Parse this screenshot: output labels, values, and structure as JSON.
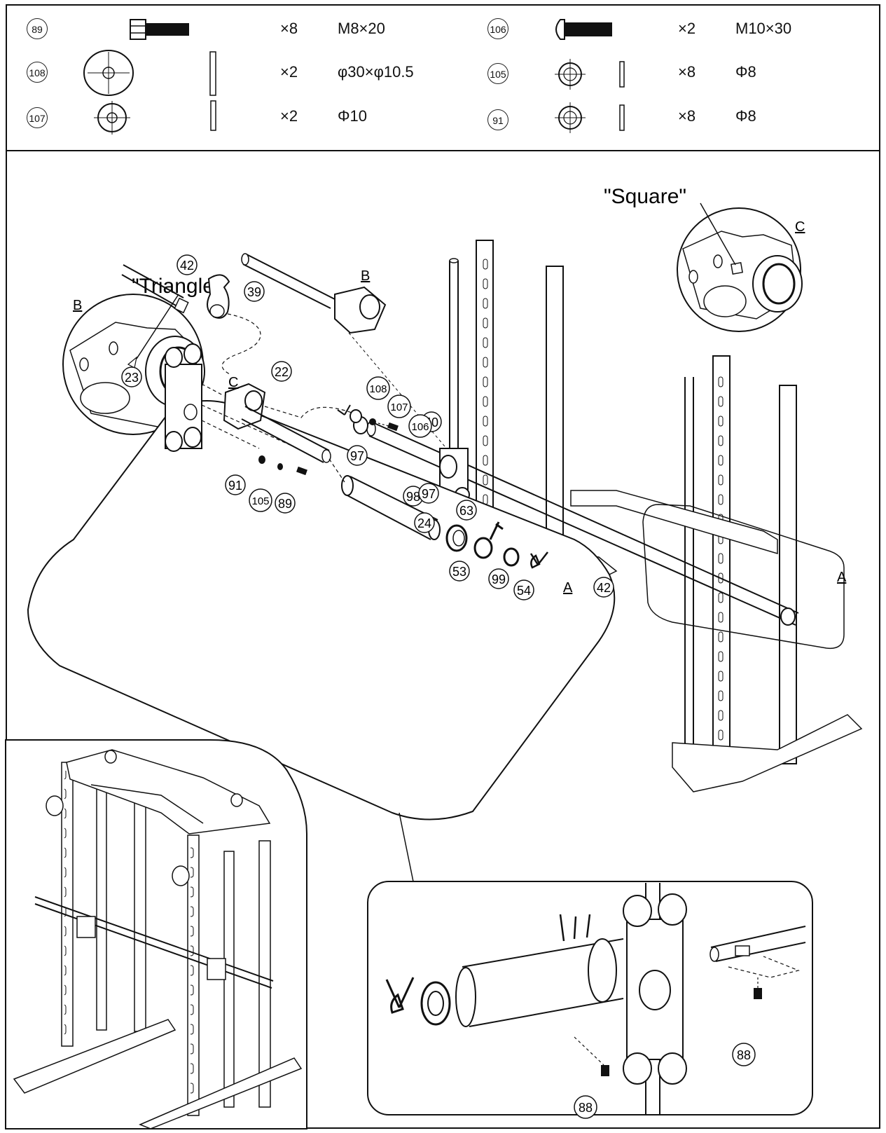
{
  "hardware": {
    "left": [
      {
        "part": "89",
        "qty": "×8",
        "spec": "M8×20",
        "icon": "hex-bolt-icon"
      },
      {
        "part": "108",
        "qty": "×2",
        "spec": "φ30×φ10.5",
        "icon": "large-washer-icon"
      },
      {
        "part": "107",
        "qty": "×2",
        "spec": "Φ10",
        "icon": "washer-icon"
      }
    ],
    "right": [
      {
        "part": "106",
        "qty": "×2",
        "spec": "M10×30",
        "icon": "button-bolt-icon"
      },
      {
        "part": "105",
        "qty": "×8",
        "spec": "Φ8",
        "icon": "washer-icon"
      },
      {
        "part": "91",
        "qty": "×8",
        "spec": "Φ8",
        "icon": "washer-icon"
      }
    ]
  },
  "annotations": {
    "square": "\"Square\"",
    "triangle": "\"Triangle\"",
    "detail_a": "A",
    "detail_b": "B",
    "detail_c": "C"
  },
  "callouts": {
    "p40": "40",
    "p97": "97",
    "p98": "98",
    "p24": "24",
    "p42": "42",
    "p39": "39",
    "p23": "23",
    "p22": "22",
    "p108": "108",
    "p107": "107",
    "p106": "106",
    "p91": "91",
    "p105": "105",
    "p89": "89",
    "p63": "63",
    "p53": "53",
    "p99": "99",
    "p54": "54",
    "p88": "88"
  }
}
